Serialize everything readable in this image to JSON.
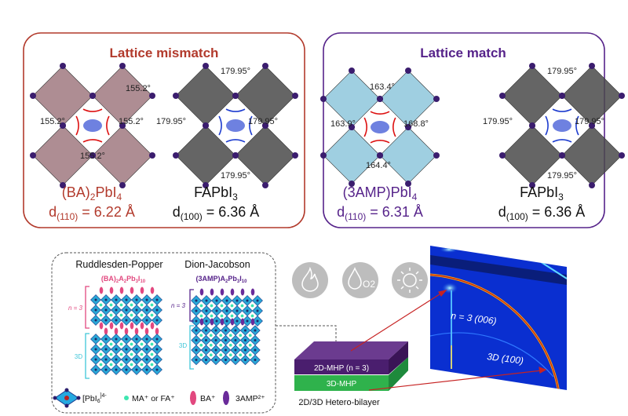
{
  "panels": {
    "mismatch": {
      "title": "Lattice mismatch",
      "angles": [
        "155.2°",
        "155.2°",
        "155.2°",
        "155.2°"
      ],
      "formula": {
        "a": "(BA)",
        "b": "2",
        "c": "PbI",
        "d": "4"
      },
      "spacing": {
        "a": "d",
        "b": "(110)",
        "c": " = 6.22 Å"
      }
    },
    "match": {
      "title": "Lattice match",
      "angles": [
        "163.4°",
        "163.9°",
        "168.8°",
        "164.4°"
      ],
      "formula": {
        "a": "(3AMP)PbI",
        "b": "4"
      },
      "spacing": {
        "a": "d",
        "b": "(110)",
        "c": " = 6.31 Å"
      }
    },
    "fapbi3": {
      "angles": [
        "179.95°",
        "179.95°",
        "179.95°",
        "179.95°"
      ],
      "formula": {
        "a": "FAPbI",
        "b": "3"
      },
      "spacing": {
        "a": "d",
        "b": "(100)",
        "c": " = 6.36 Å"
      }
    }
  },
  "schematic": {
    "rp_title": "Ruddlesden-Popper",
    "dj_title": "Dion-Jacobson",
    "rp_formula": {
      "a": "(BA)",
      "b": "2",
      "c": "A",
      "d": "2",
      "e": "Pb",
      "f": "3",
      "g": "I",
      "h": "10"
    },
    "dj_formula": {
      "a": "(3AMP)A",
      "b": "2",
      "c": "Pb",
      "d": "3",
      "e": "I",
      "f": "10"
    },
    "n_label": "n = 3",
    "label_3d": "3D",
    "legend": {
      "pbi6": "[PbI",
      "pbi6_sub": "6",
      "pbi6_sup": "]4-",
      "ma": "MA⁺ or FA⁺",
      "ba": "BA⁺",
      "amp": "3AMP²⁺"
    }
  },
  "bilayer": {
    "top_label": "2D-MHP (n = 3)",
    "bottom_label": "3D-MHP",
    "caption": "2D/3D Hetero-bilayer"
  },
  "xrd": {
    "peak_2d": "n = 3 (006)",
    "peak_3d": "3D (100)"
  },
  "stress_icons": [
    "heat-icon",
    "moisture-oxygen-icon",
    "light-icon"
  ],
  "stress_o2": "O2",
  "colors": {
    "mismatch": "#b23a2c",
    "match": "#56238a",
    "pink": "#e2487f",
    "cyan": "#3fc6d8",
    "green": "#2fb24c"
  }
}
